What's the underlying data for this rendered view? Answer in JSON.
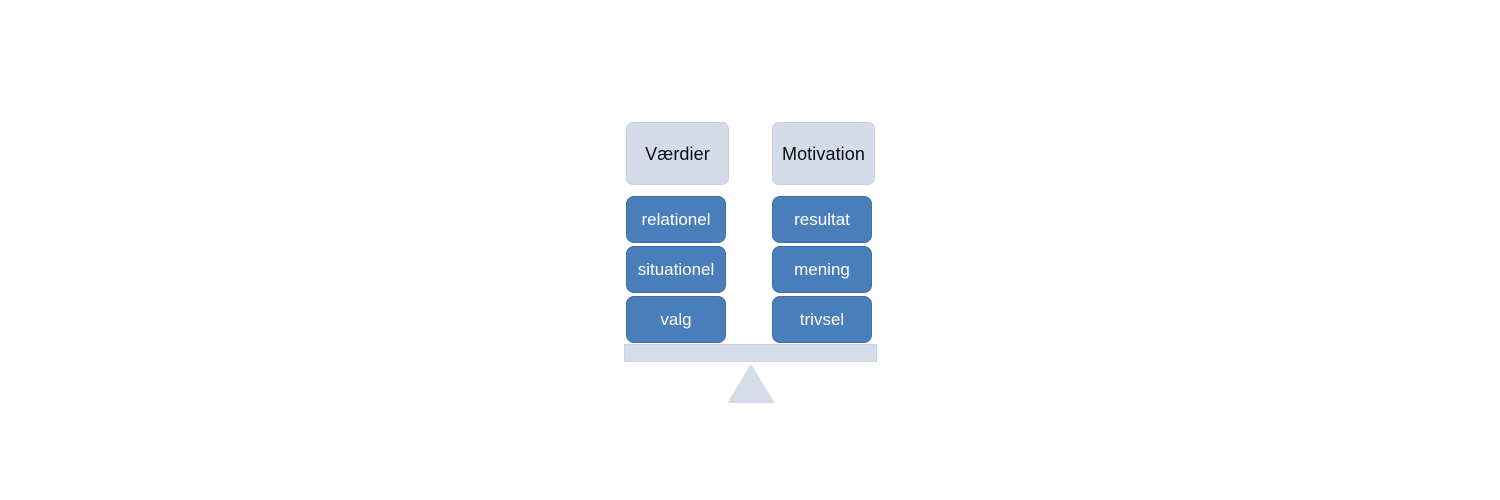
{
  "diagram": {
    "type": "balance-scale",
    "title_visible": false,
    "colors": {
      "header_fill": "#d5dce9",
      "header_border": "#c7d0e0",
      "header_text": "#0d0d0d",
      "item_fill": "#4a7ebb",
      "item_border": "#3d6ea8",
      "item_text": "#ffffff",
      "plank_fill": "#d6dce9",
      "fulcrum_fill": "#d6dce9",
      "background": "#ffffff"
    },
    "columns": [
      {
        "id": "left",
        "header": "Værdier",
        "items": [
          {
            "label": "relationel"
          },
          {
            "label": "situationel"
          },
          {
            "label": "valg"
          }
        ]
      },
      {
        "id": "right",
        "header": "Motivation",
        "items": [
          {
            "label": "resultat"
          },
          {
            "label": "mening"
          },
          {
            "label": "trivsel"
          }
        ]
      }
    ],
    "base": {
      "plank_name": "balance-beam",
      "fulcrum_name": "fulcrum-triangle"
    }
  }
}
